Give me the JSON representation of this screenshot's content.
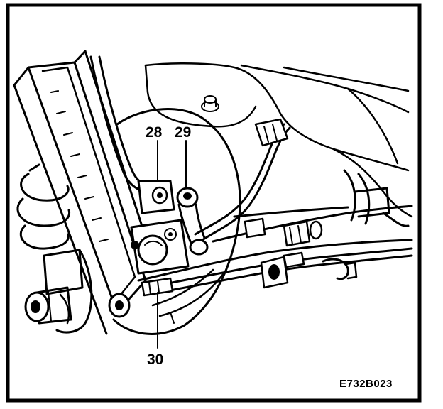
{
  "callouts": {
    "label_28": "28",
    "label_29": "29",
    "label_30": "30"
  },
  "reference_code": "E732B023",
  "colors": {
    "ink": "#000000",
    "paper": "#ffffff"
  }
}
